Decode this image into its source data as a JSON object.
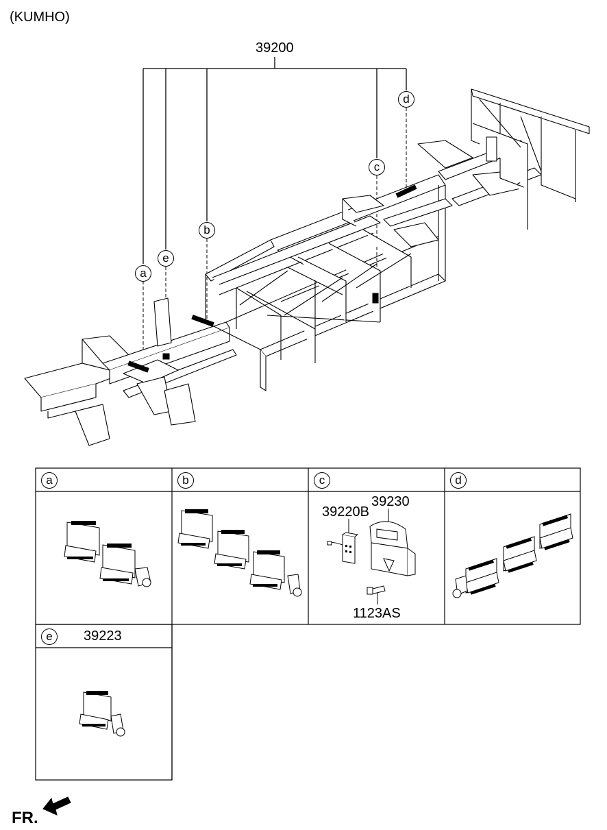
{
  "header": {
    "variant_label": "(KUMHO)"
  },
  "main_assembly": {
    "part_number": "39200",
    "callouts": [
      "a",
      "e",
      "b",
      "c",
      "d"
    ]
  },
  "panels": [
    {
      "letter": "a",
      "parts": []
    },
    {
      "letter": "b",
      "parts": []
    },
    {
      "letter": "c",
      "parts": [
        "39220B",
        "39230",
        "1123AS"
      ]
    },
    {
      "letter": "d",
      "parts": []
    },
    {
      "letter": "e",
      "parts": [
        "39223"
      ]
    }
  ],
  "footer": {
    "front_label": "FR."
  }
}
